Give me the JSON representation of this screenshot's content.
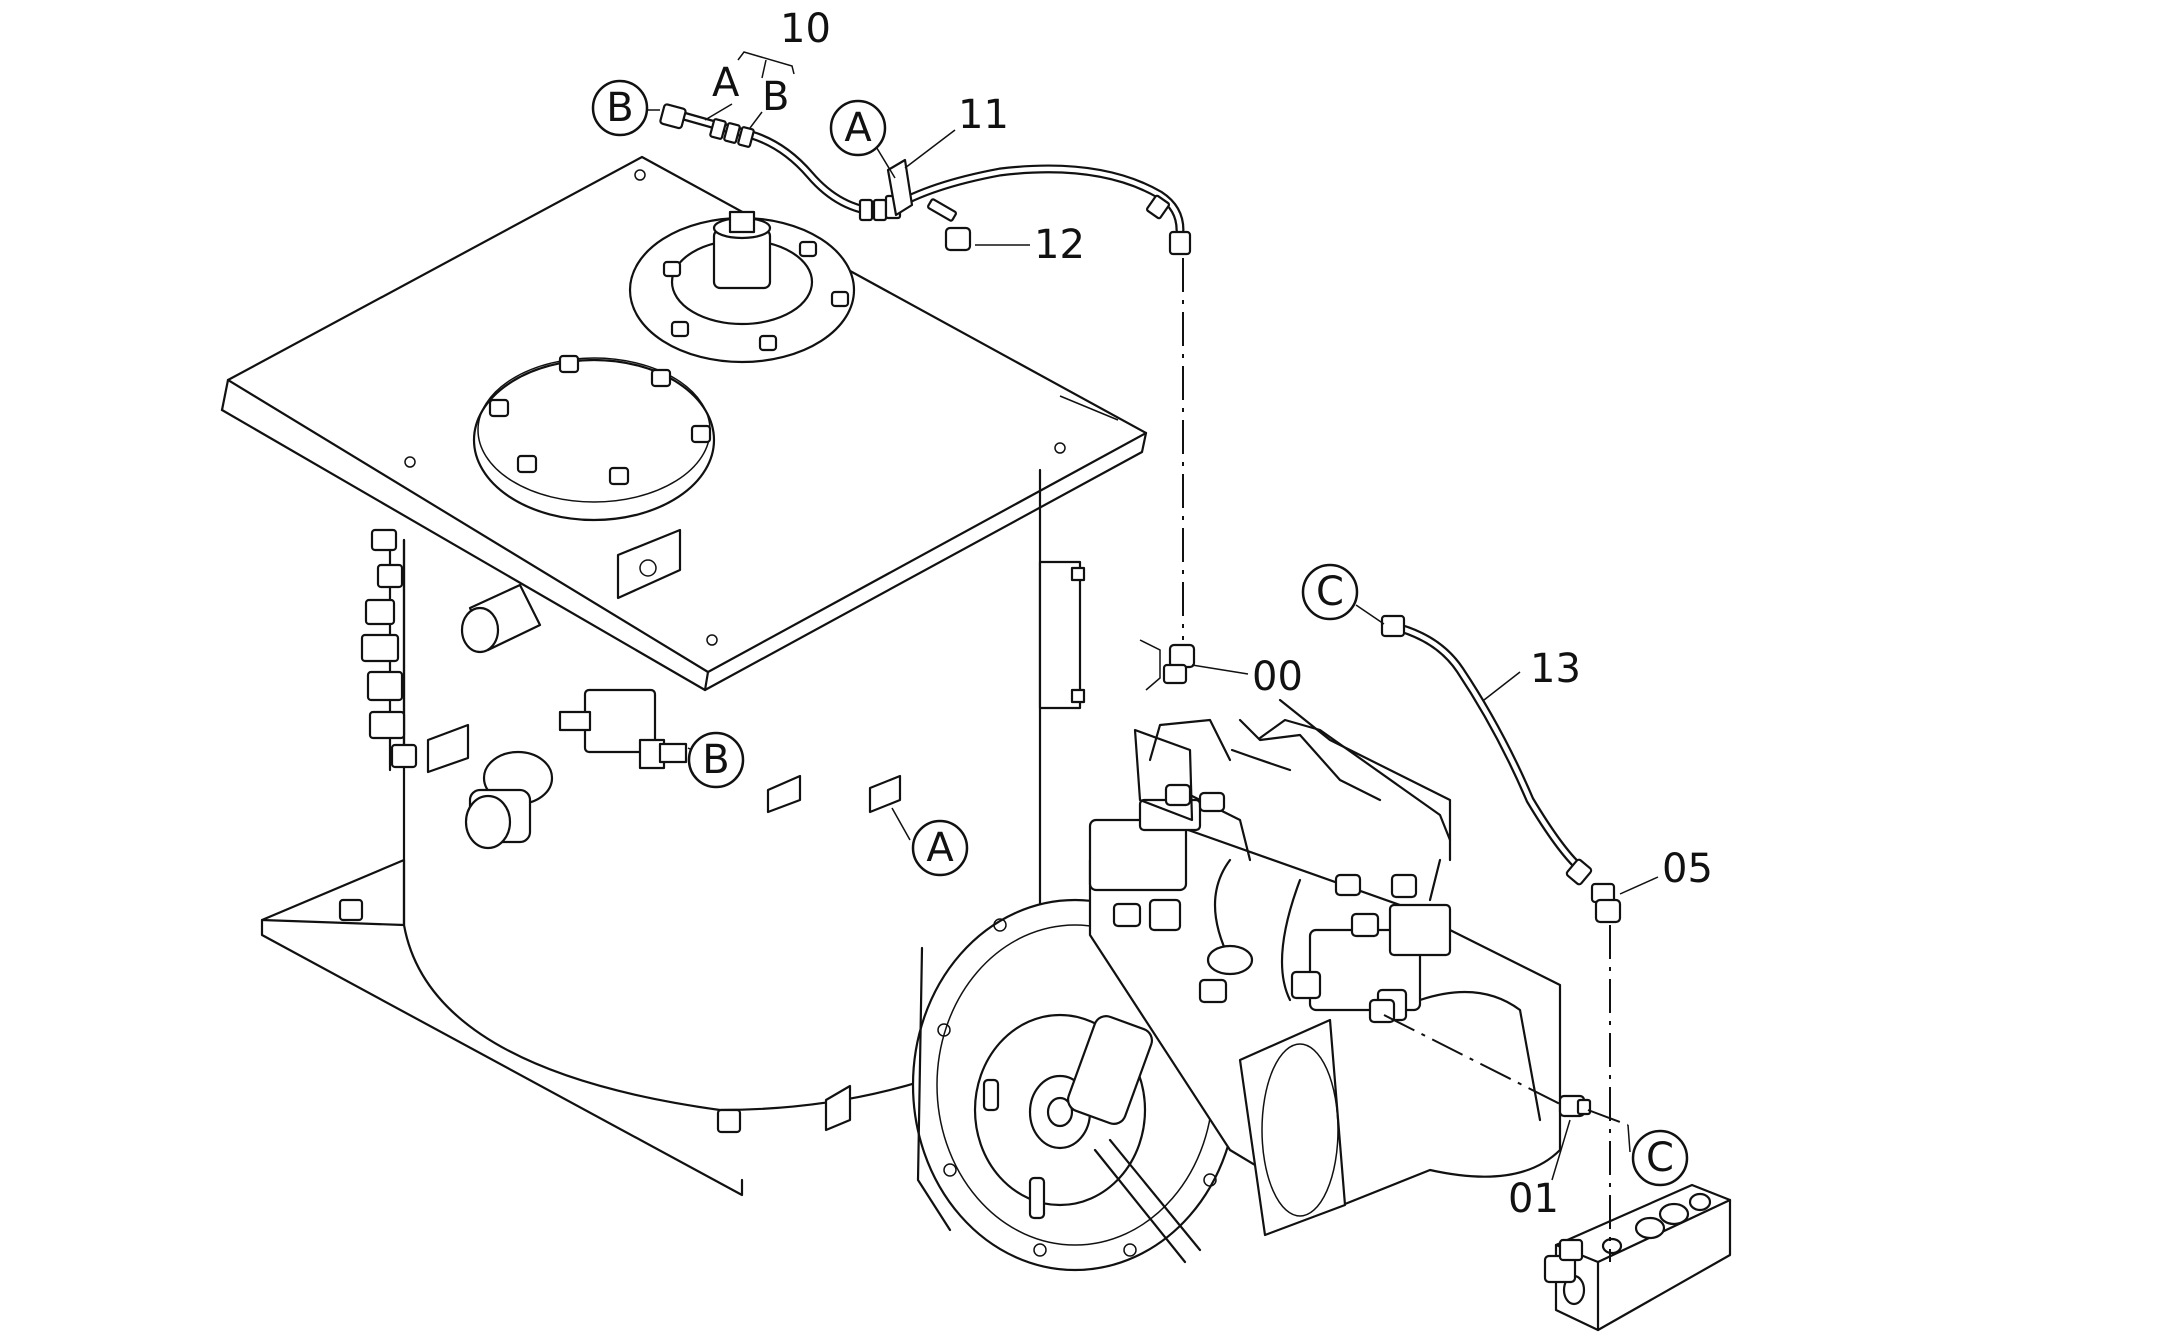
{
  "callouts": {
    "part_10": "10",
    "part_11": "11",
    "part_12": "12",
    "part_13": "13",
    "part_00": "00",
    "part_01": "01",
    "part_05": "05",
    "sub_a": "A",
    "sub_b": "B"
  },
  "connectors": {
    "b_top": "B",
    "a_top": "A",
    "c_top": "C",
    "b_tank": "B",
    "a_tank": "A",
    "c_bottom": "C"
  }
}
